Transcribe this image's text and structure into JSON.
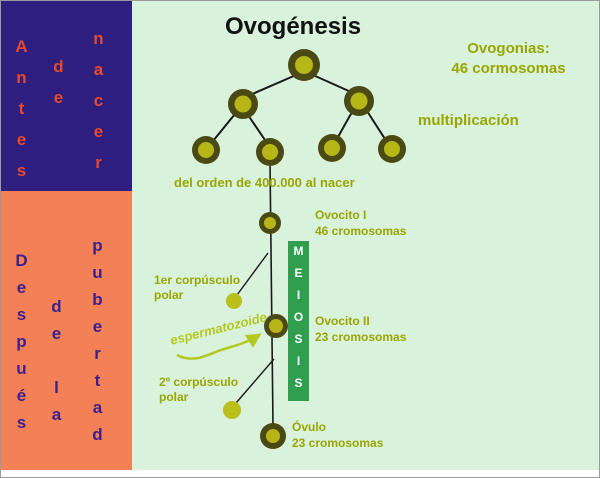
{
  "title": "Ovogénesis",
  "sidebar": {
    "before_birth": {
      "word1": "Antes",
      "word2": "de",
      "word3": "nacer"
    },
    "after_puberty": {
      "word1": "Después",
      "word2": "de la",
      "word3": "pubertad"
    }
  },
  "labels": {
    "ovogonias_line1": "Ovogonias:",
    "ovogonias_line2": "46 cormosomas",
    "multiplication": "multiplicación",
    "at_birth": "del orden de 400.000 al nacer",
    "ovocito1_name": "Ovocito I",
    "ovocito1_chrom": "46 cromosomas",
    "polar1_line1": "1er corpúsculo",
    "polar1_line2": "polar",
    "meiosis": "MEIOSIS",
    "sperm": "espermatozoide",
    "ovocito2_name": "Ovocito II",
    "ovocito2_chrom": "23 cromosomas",
    "polar2_line1": "2º corpúsculo",
    "polar2_line2": "polar",
    "ovulo_name": "Óvulo",
    "ovulo_chrom": "23 cromosomas"
  },
  "colors": {
    "panel_top_bg": "#2d1e7f",
    "panel_top_text": "#e64a2e",
    "panel_bottom_bg": "#f48155",
    "panel_bottom_text": "#3b1f8f",
    "main_bg": "#d9f2dc",
    "label_olive": "#9aa600",
    "sperm_text": "#b3c91f",
    "meiosis_green": "#2f9e4f",
    "cell_outer": "#4b4a15",
    "cell_inner": "#b6b616",
    "polar_body": "#bcbe1c"
  }
}
